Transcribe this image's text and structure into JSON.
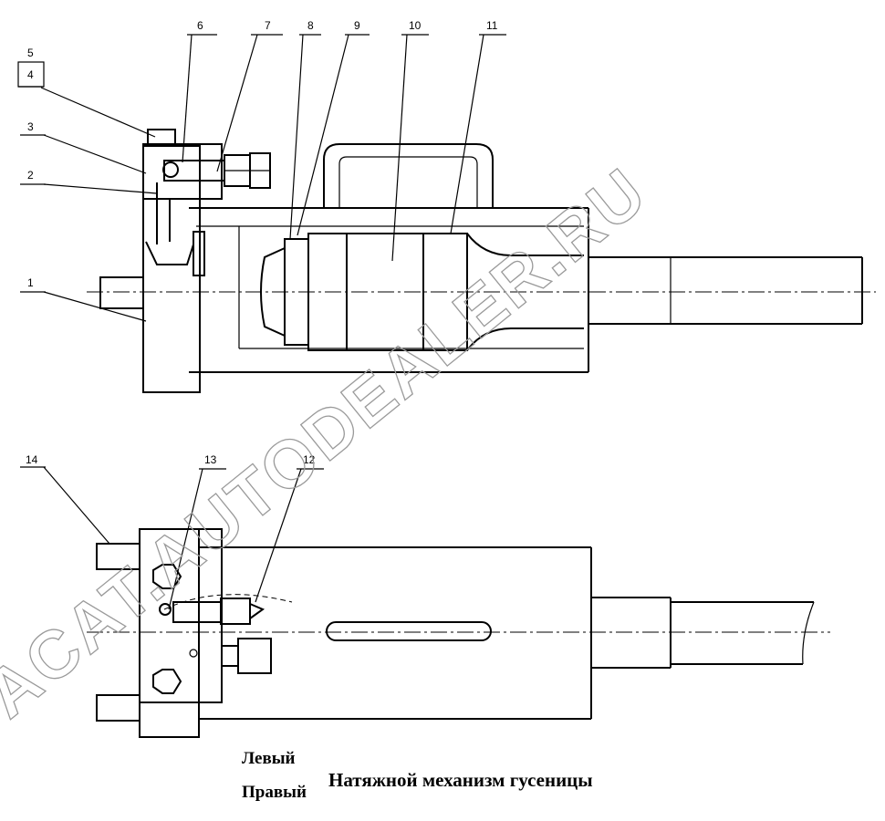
{
  "callouts": [
    "1",
    "2",
    "3",
    "4",
    "5",
    "6",
    "7",
    "8",
    "9",
    "10",
    "11",
    "12",
    "13",
    "14"
  ],
  "caption": {
    "left": "Левый",
    "right": "Правый",
    "title": "Натяжной механизм гусеницы"
  },
  "watermark": "ACAT.AUTODEALER.RU",
  "colors": {
    "ink": "#000000",
    "watermark": "#9a9a9a",
    "paper": "#ffffff"
  }
}
